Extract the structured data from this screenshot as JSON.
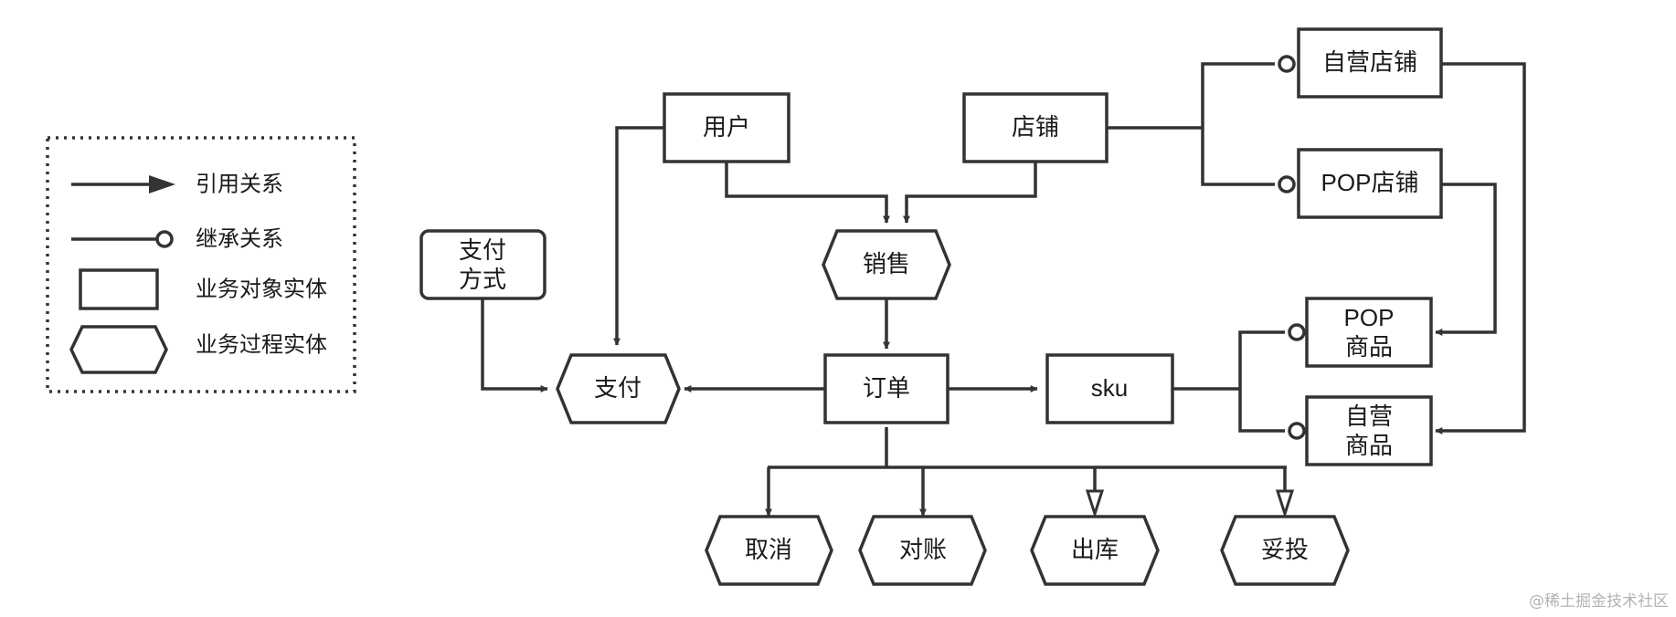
{
  "legend": {
    "reference": "引用关系",
    "inheritance": "继承关系",
    "business_object_entity": "业务对象实体",
    "business_process_entity": "业务过程实体"
  },
  "nodes": {
    "user": "用户",
    "store": "店铺",
    "self_store": "自营店铺",
    "pop_store": "POP店铺",
    "payment_method_line1": "支付",
    "payment_method_line2": "方式",
    "sales": "销售",
    "payment": "支付",
    "order": "订单",
    "sku": "sku",
    "pop_goods_line1": "POP",
    "pop_goods_line2": "商品",
    "self_goods_line1": "自营",
    "self_goods_line2": "商品",
    "cancel": "取消",
    "reconcile": "对账",
    "outbound": "出库",
    "delivered": "妥投"
  },
  "watermark": "@稀土掘金技术社区"
}
